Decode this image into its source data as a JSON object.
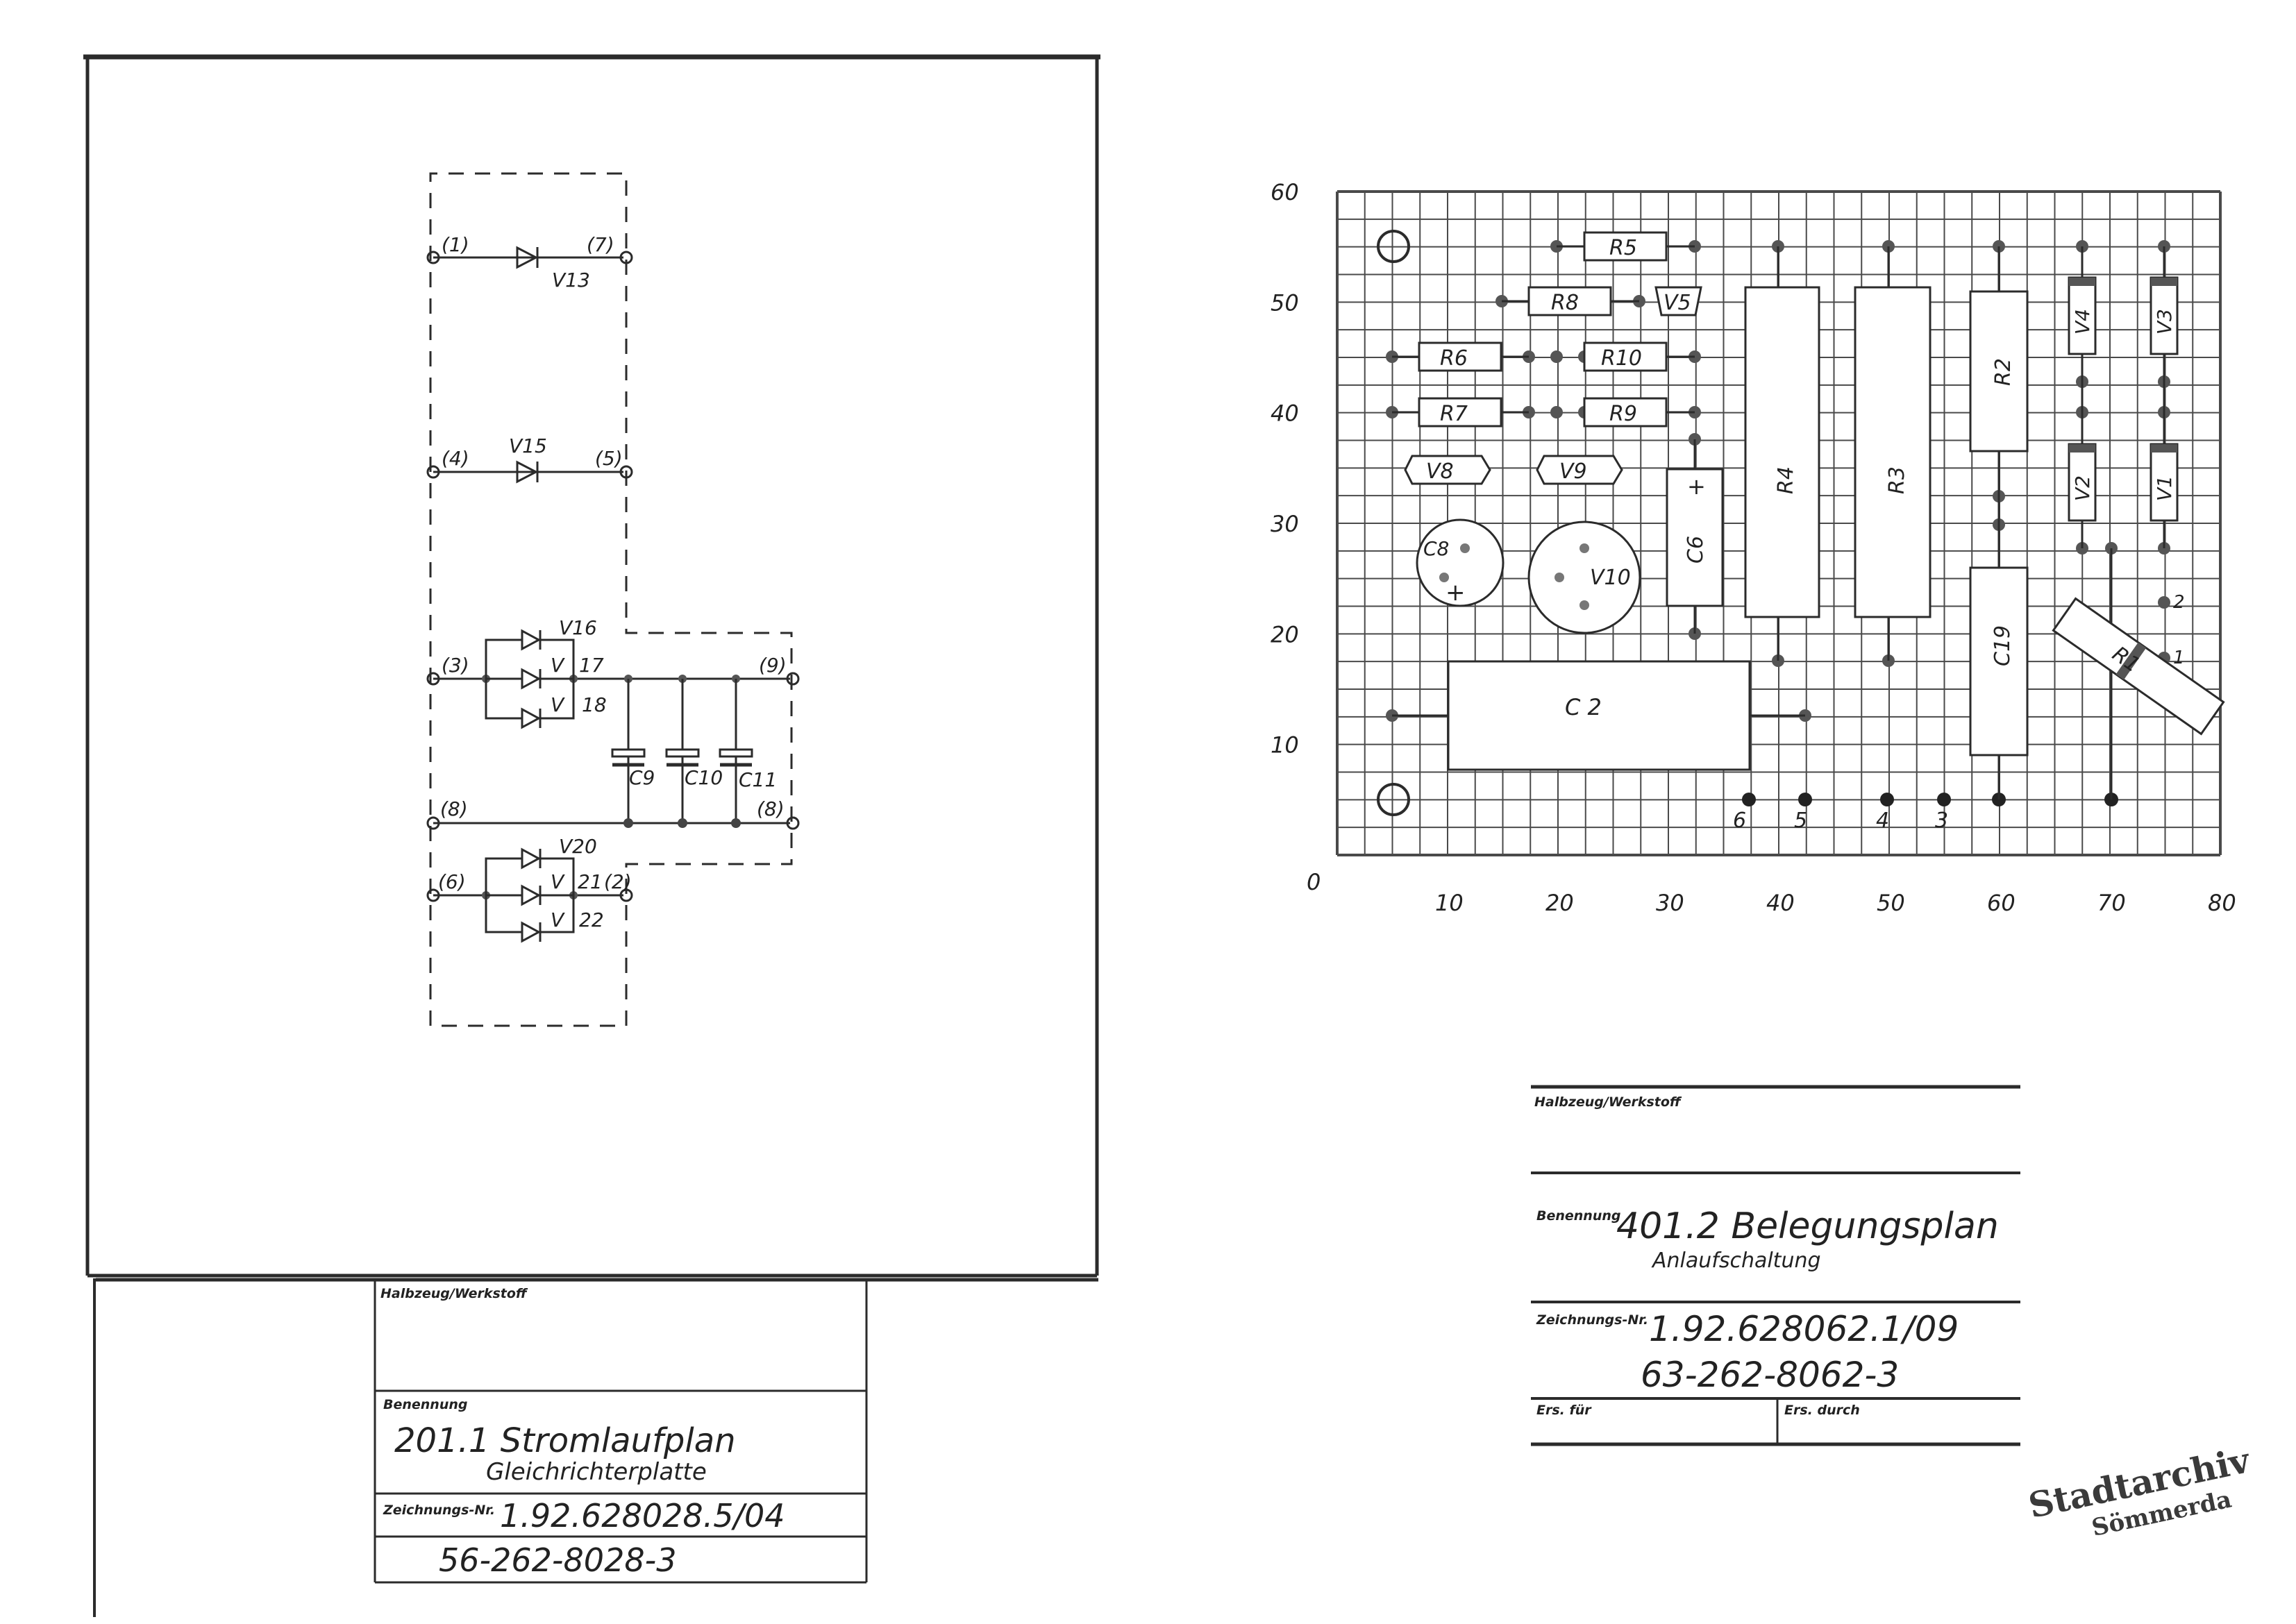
{
  "left_sheet": {
    "terminals": {
      "t1": "(1)",
      "t7": "(7)",
      "t4": "(4)",
      "t5": "(5)",
      "t3": "(3)",
      "t9": "(9)",
      "t8_left": "(8)",
      "t8_right": "(8)",
      "t6": "(6)",
      "t2": "(2)"
    },
    "components": {
      "v13": "V13",
      "v15": "V15",
      "v16": "V16",
      "v17_a": "V",
      "v17_b": "17",
      "v18_a": "V",
      "v18_b": "18",
      "c9": "C9",
      "c10": "C10",
      "c11": "C11",
      "v20": "V20",
      "v21_a": "V",
      "v21_b": "21",
      "v22_a": "V",
      "v22_b": "22"
    },
    "title_block": {
      "material_label": "Halbzeug/Werkstoff",
      "name_label": "Benennung",
      "title": "201.1 Stromlaufplan",
      "subtitle": "Gleichrichterplatte",
      "drawing_no_label": "Zeichnungs-Nr.",
      "drawing_no": "1.92.628028.5/04",
      "number": "56-262-8028-3"
    }
  },
  "right_sheet": {
    "axis": {
      "origin": "0",
      "x_ticks": [
        "10",
        "20",
        "30",
        "40",
        "50",
        "60",
        "70",
        "80"
      ],
      "y_ticks": [
        "10",
        "20",
        "30",
        "40",
        "50",
        "60"
      ]
    },
    "components": {
      "r5": "R5",
      "r8": "R8",
      "v5": "V5",
      "r6": "R6",
      "r10": "R10",
      "r7": "R7",
      "r9": "R9",
      "v8": "V8",
      "v9": "V9",
      "c8": "C8",
      "v10": "V10",
      "c6": "C6",
      "r4": "R4",
      "r3": "R3",
      "r2": "R2",
      "v4": "V4",
      "v3": "V3",
      "v2": "V2",
      "v1": "V1",
      "c19": "C19",
      "r1": "R1",
      "c2": "C 2",
      "plus": "+",
      "pin1": "1",
      "pin2": "2",
      "pad6": "6",
      "pad5": "5",
      "pad4": "4",
      "pad3": "3"
    },
    "title_block": {
      "material_label": "Halbzeug/Werkstoff",
      "name_label": "Benennung",
      "title": "401.2 Belegungsplan",
      "subtitle": "Anlaufschaltung",
      "drawing_no_label": "Zeichnungs-Nr.",
      "drawing_no": "1.92.628062.1/09",
      "number": "63-262-8062-3",
      "ers_fuer_label": "Ers. für",
      "ers_durch_label": "Ers. durch"
    }
  },
  "stamp": {
    "line1": "Stadtarchiv",
    "line2": "Sömmerda"
  }
}
